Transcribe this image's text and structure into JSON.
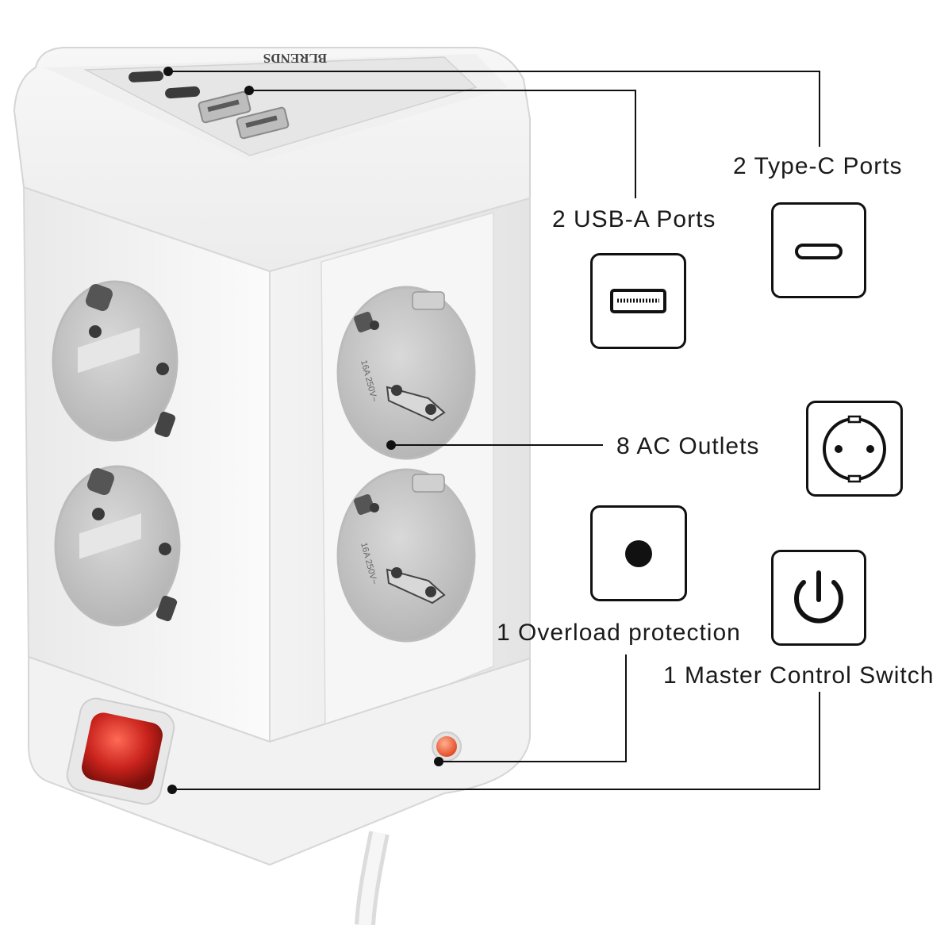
{
  "product": {
    "brand_text": "BLRENDS"
  },
  "callouts": {
    "type_c": {
      "label": "2 Type-C Ports",
      "icon": "usb-c-port-icon"
    },
    "usb_a": {
      "label": "2 USB-A Ports",
      "icon": "usb-a-port-icon"
    },
    "ac_outlets": {
      "label": "8 AC Outlets",
      "icon": "schuko-outlet-icon"
    },
    "overload": {
      "label": "1 Overload protection",
      "icon": "dot-indicator-icon"
    },
    "master_switch": {
      "label": "1 Master Control Switch",
      "icon": "power-icon"
    }
  },
  "colors": {
    "body_white": "#f4f4f4",
    "outlet_grey": "#cfcfcf",
    "switch_red": "#c8221c",
    "line": "#111111"
  }
}
